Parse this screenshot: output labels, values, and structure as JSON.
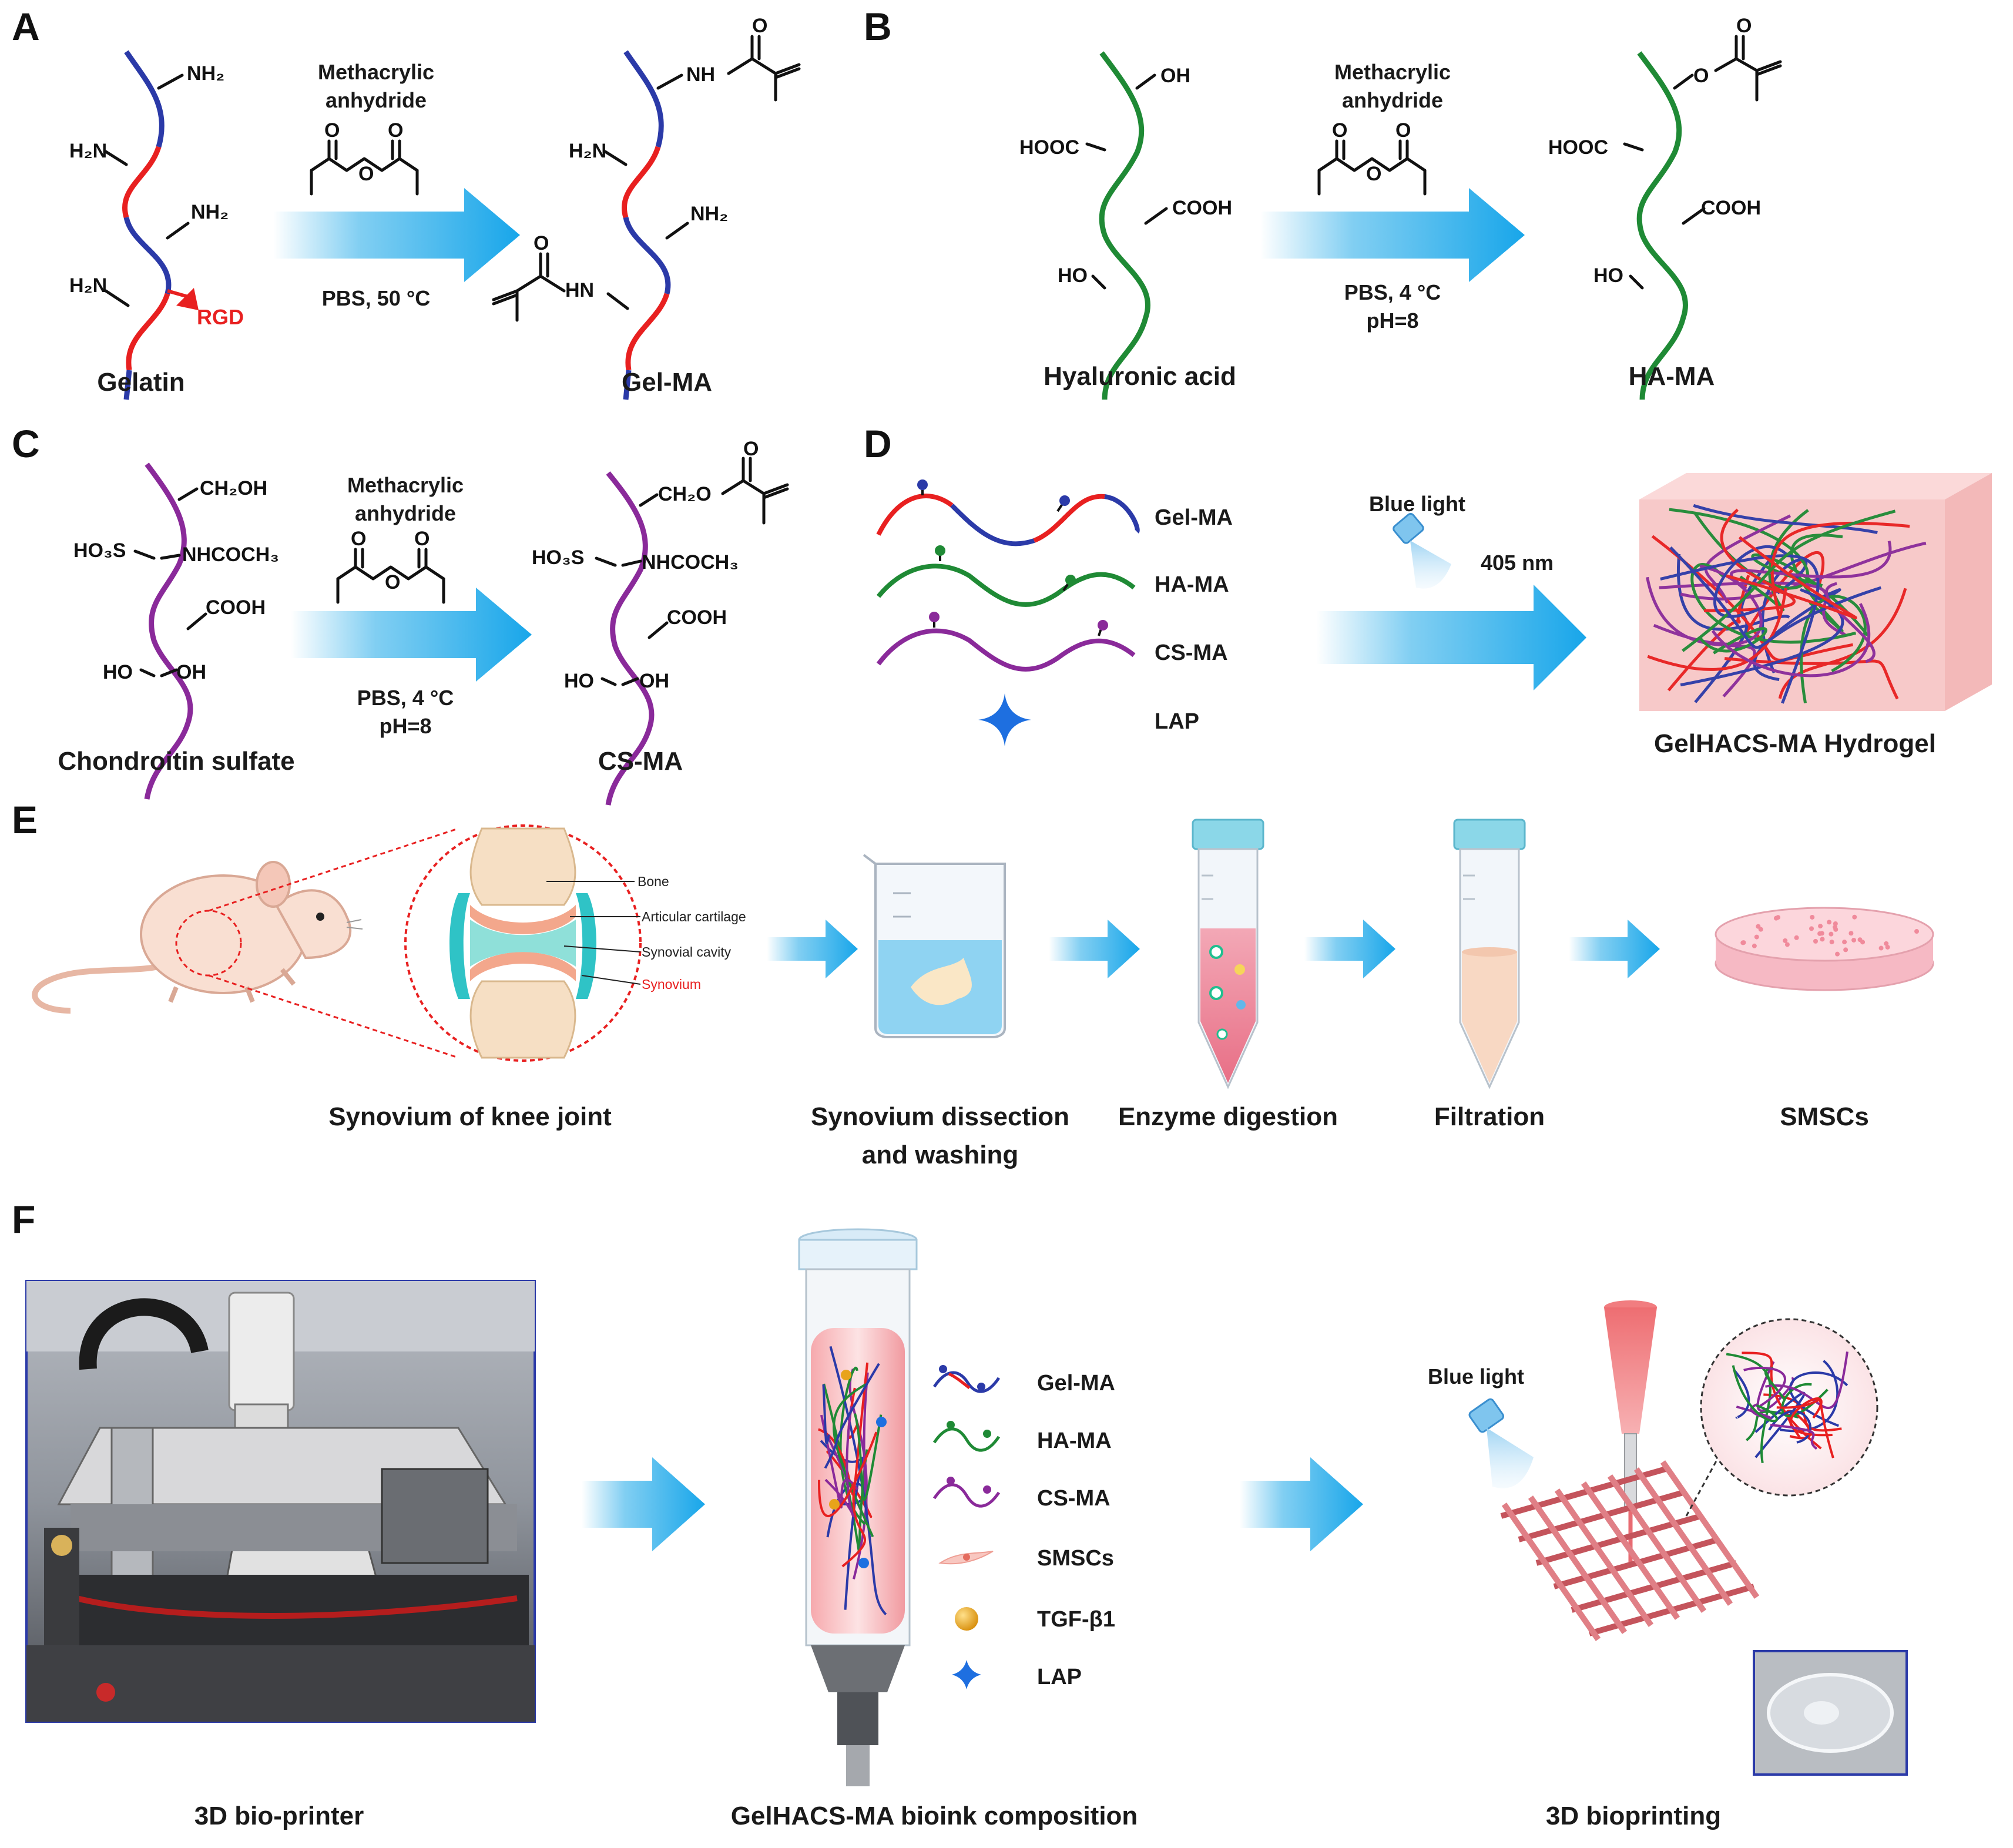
{
  "panels": {
    "a": "A",
    "b": "B",
    "c": "C",
    "d": "D",
    "e": "E",
    "f": "F"
  },
  "panel_a": {
    "reagent": [
      "Methacrylic",
      "anhydride"
    ],
    "condition": "PBS, 50 °C",
    "left_label": "Gelatin",
    "right_label": "Gel-MA",
    "rgd": "RGD",
    "groups": {
      "nh2": "NH₂",
      "h2n": "H₂N",
      "nh": "NH",
      "hn": "HN"
    }
  },
  "panel_b": {
    "reagent": [
      "Methacrylic",
      "anhydride"
    ],
    "condition": [
      "PBS, 4 °C",
      "pH=8"
    ],
    "left_label": "Hyaluronic acid",
    "right_label": "HA-MA",
    "groups": {
      "oh": "OH",
      "hooc": "HOOC",
      "cooh": "COOH",
      "ho": "HO",
      "o": "O"
    }
  },
  "panel_c": {
    "reagent": [
      "Methacrylic",
      "anhydride"
    ],
    "condition": [
      "PBS, 4 °C",
      "pH=8"
    ],
    "left_label": "Chondroitin sulfate",
    "right_label": "CS-MA",
    "groups": {
      "ch2oh": "CH₂OH",
      "ch2o": "CH₂O",
      "ho3s": "HO₃S",
      "nhcoch3": "NHCOCH₃",
      "cooh": "COOH",
      "ho": "HO",
      "oh": "OH"
    }
  },
  "panel_d": {
    "items": [
      "Gel-MA",
      "HA-MA",
      "CS-MA",
      "LAP"
    ],
    "light": "Blue light",
    "wavelength": "405 nm",
    "product": "GelHACS-MA Hydrogel"
  },
  "panel_e": {
    "joint_labels": [
      "Bone",
      "Articular cartilage",
      "Synovial cavity",
      "Synovium"
    ],
    "steps": [
      "Synovium of knee joint",
      "Synovium dissection",
      "and washing",
      "Enzyme digestion",
      "Filtration",
      "SMSCs"
    ]
  },
  "panel_f": {
    "left_label": "3D bio-printer",
    "middle_label": "GelHACS-MA bioink composition",
    "right_label": "3D bioprinting",
    "legend": [
      "Gel-MA",
      "HA-MA",
      "CS-MA",
      "SMSCs",
      "TGF-β1",
      "LAP"
    ],
    "light": "Blue light"
  },
  "colors": {
    "gelatin_blue": "#2b3aa8",
    "gelatin_red": "#e82020",
    "ha_green": "#1f8a35",
    "cs_purple": "#8a2a9a",
    "arrow_blue": "#1aa7e8",
    "lap_blue": "#1e6fe0",
    "tgf_gold": "#e8a31a",
    "hydrogel_pink": "#f7c9c9"
  }
}
